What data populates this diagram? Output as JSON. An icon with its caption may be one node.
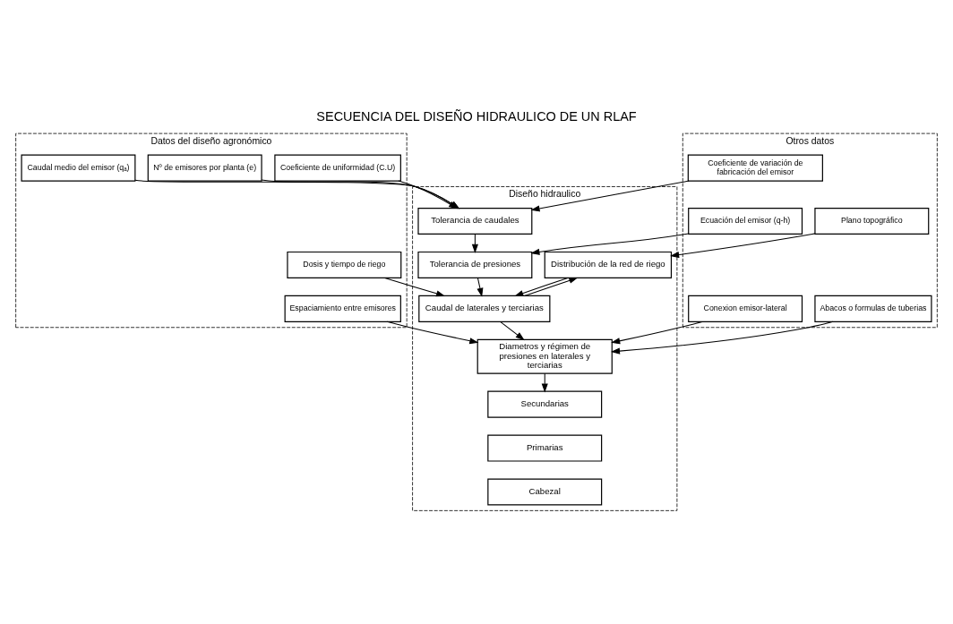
{
  "diagram": {
    "title": "SECUENCIA DEL DISEÑO HIDRAULICO DE UN RLAF",
    "nodes": [
      {
        "text": [
          "Datos del diseño agronómico"
        ]
      },
      {
        "text": [
          "Diseño hidraulico"
        ]
      },
      {
        "text": [
          "Otros datos"
        ]
      },
      {
        "text": [
          "Coeficiente de uniformidad (C.U)"
        ],
        "in": 0
      },
      {
        "text": [
          "Nº de emisores por planta (e)"
        ],
        "in": 0
      },
      {
        "text": [
          "Caudal medio del emisor (qₐ)"
        ],
        "in": 0
      },
      {
        "text": [
          "Dosis y tiempo de riego"
        ],
        "in": 0
      },
      {
        "text": [
          "Espaciamiento entre emisores"
        ],
        "in": 0
      },
      {
        "text": [
          "Tolerancia de caudales"
        ],
        "in": 1
      },
      {
        "text": [
          "Tolerancia de presiones"
        ],
        "in": 1
      },
      {
        "text": [
          "Caudal de laterales y terciarias"
        ],
        "in": 1
      },
      {
        "text": [
          "Distribución de la red de riego"
        ],
        "in": 1
      },
      {
        "text": [
          "Diametros y régimen de presiones en laterales y terciarias"
        ],
        "in": 1
      },
      {
        "text": [
          "Secundarias"
        ],
        "in": 1
      },
      {
        "text": [
          "Primarias"
        ],
        "in": 1
      },
      {
        "text": [
          "Cabezal"
        ],
        "in": 1
      },
      {
        "text": [
          "Coeficiente de variación de fabricación del emisor"
        ],
        "in": 2
      },
      {
        "text": [
          "Ecuación del emisor (q-h)"
        ],
        "in": 2
      },
      {
        "text": [
          "Plano topográfico"
        ],
        "in": 2
      },
      {
        "text": [
          "Abacos o formulas de tuberias"
        ],
        "in": 2
      },
      {
        "text": [
          "Conexion emisor-lateral"
        ],
        "in": 2
      }
    ],
    "edges": [
      {
        "from": 3,
        "to": 8,
        "arrow": "to"
      },
      {
        "from": 4,
        "to": 8,
        "arrow": "to"
      },
      {
        "from": 5,
        "to": 8,
        "arrow": "to"
      },
      {
        "from": 16,
        "to": 8,
        "arrow": "to"
      },
      {
        "from": 8,
        "to": 9,
        "arrow": "to"
      },
      {
        "from": 17,
        "to": 9,
        "arrow": "to"
      },
      {
        "from": 9,
        "to": 10,
        "arrow": "to"
      },
      {
        "from": 6,
        "to": 10,
        "arrow": "to"
      },
      {
        "from": 11,
        "to": 10,
        "arrow": "to"
      },
      {
        "from": 10,
        "to": 11,
        "arrow": "to"
      },
      {
        "from": 18,
        "to": 11,
        "arrow": "to"
      },
      {
        "from": 10,
        "to": 12,
        "arrow": "to"
      },
      {
        "from": 7,
        "to": 12,
        "arrow": "to"
      },
      {
        "from": 19,
        "to": 12,
        "arrow": "to"
      },
      {
        "from": 20,
        "to": 12,
        "arrow": "to"
      },
      {
        "from": 12,
        "to": 13,
        "arrow": "to"
      }
    ]
  }
}
